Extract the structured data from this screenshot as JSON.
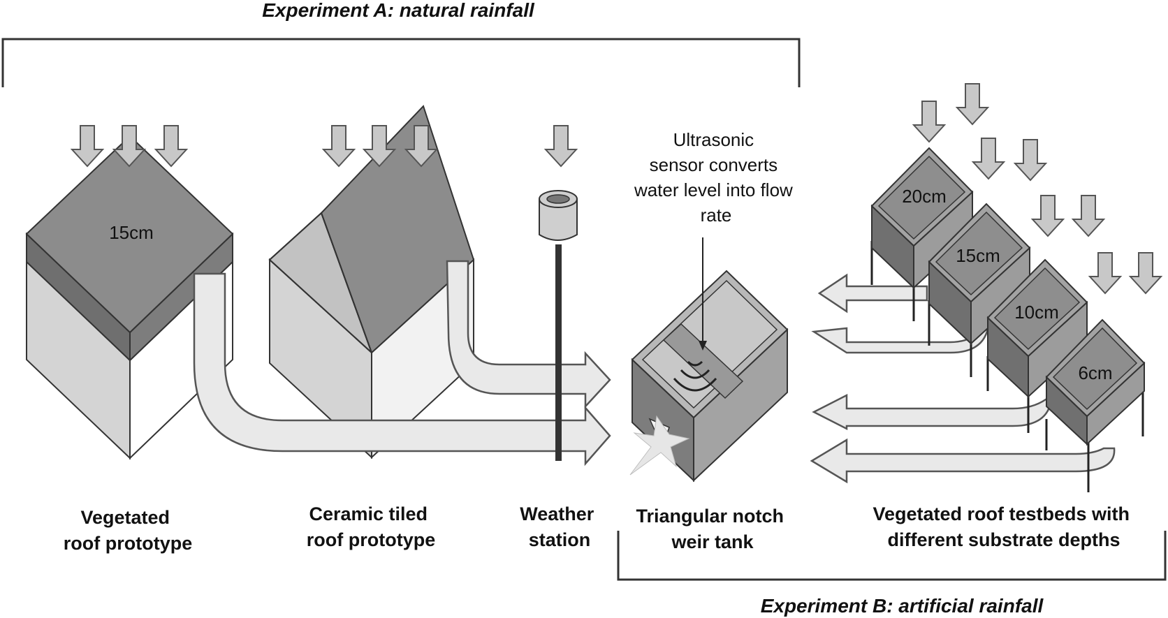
{
  "experiment_a_title": "Experiment A: natural rainfall",
  "experiment_b_title": "Experiment B: artificial rainfall",
  "labels": {
    "vegetated_prototype": [
      "Vegetated",
      "roof prototype"
    ],
    "ceramic_prototype": [
      "Ceramic tiled",
      "roof prototype"
    ],
    "weather_station": [
      "Weather",
      "station"
    ],
    "weir_tank": [
      "Triangular notch",
      "weir tank"
    ],
    "testbeds": [
      "Vegetated roof testbeds with",
      "different substrate depths"
    ]
  },
  "sensor_note": [
    "Ultrasonic",
    "sensor converts",
    "water level into flow",
    "rate"
  ],
  "prototype_depth": "15cm",
  "testbed_depths": [
    "20cm",
    "15cm",
    "10cm",
    "6cm"
  ],
  "colors": {
    "dark_face": "#8c8c8c",
    "mid_face": "#a9a9a9",
    "light_face": "#cfcfcf",
    "arrow_fill": "#c8c8c8",
    "flow_fill": "#e9e9e9",
    "outline": "#333333"
  }
}
